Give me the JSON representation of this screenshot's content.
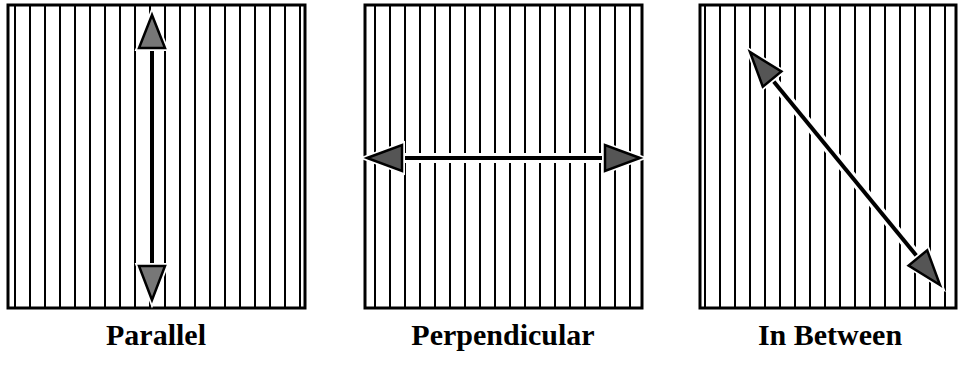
{
  "diagram": {
    "labels": [
      "Parallel",
      "Perpendicular",
      "In Between"
    ]
  }
}
